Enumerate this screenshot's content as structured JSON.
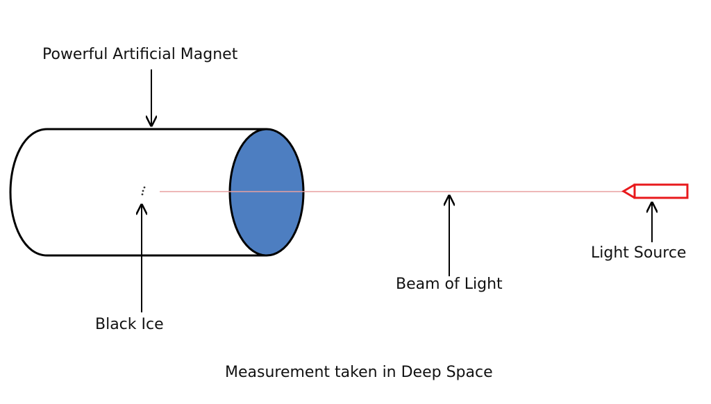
{
  "labels": {
    "magnet": "Powerful Artificial Magnet",
    "black_ice": "Black Ice",
    "beam": "Beam of Light",
    "light_source": "Light Source"
  },
  "caption": "Measurement taken in Deep Space",
  "colors": {
    "outline": "#000000",
    "magnet_face": "#4d7ec1",
    "beam": "#e8a0a0",
    "light_source": "#e8191c"
  }
}
